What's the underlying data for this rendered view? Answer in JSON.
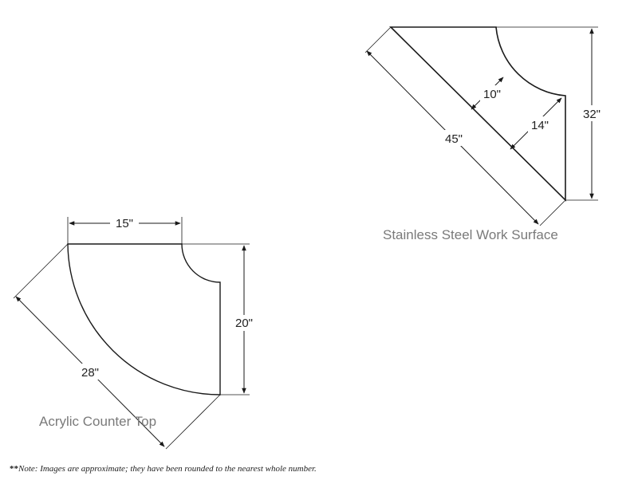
{
  "steel_surface": {
    "caption": "Stainless Steel Work Surface",
    "dims": {
      "diagonal": "45\"",
      "height": "32\"",
      "inner_radius": "10\"",
      "depth": "14\""
    }
  },
  "acrylic_top": {
    "caption": "Acrylic Counter Top",
    "dims": {
      "width": "15\"",
      "height": "20\"",
      "diagonal": "28\""
    }
  },
  "footnote": {
    "prefix": "**",
    "text": "Note: Images are approximate; they have been rounded to the nearest whole number."
  },
  "colors": {
    "line": "#1a1a1a",
    "caption": "#7a7a7a"
  }
}
